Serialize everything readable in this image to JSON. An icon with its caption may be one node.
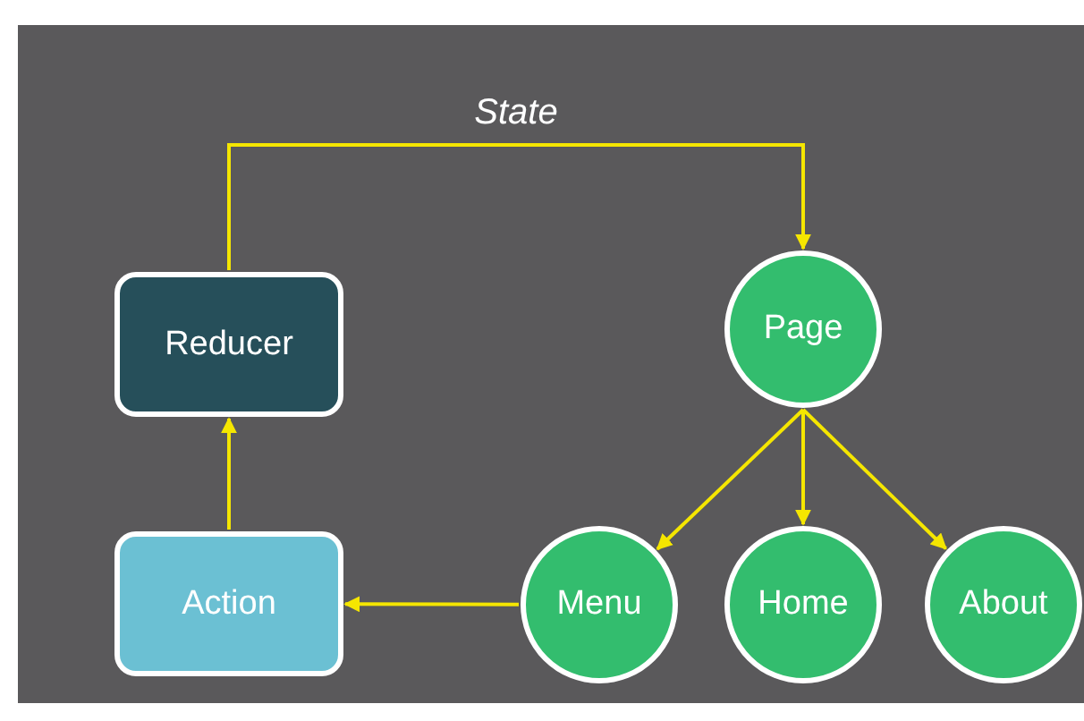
{
  "diagram": {
    "nodes": [
      {
        "text": [
          "Reducer"
        ]
      },
      {
        "text": [
          "Page"
        ]
      },
      {
        "text": [
          "Action"
        ]
      },
      {
        "text": [
          "Menu"
        ]
      },
      {
        "text": [
          "Home"
        ]
      },
      {
        "text": [
          "About"
        ]
      }
    ],
    "edges": [
      {
        "from": 0,
        "to": 1,
        "arrow": "to",
        "label": "State"
      },
      {
        "from": 2,
        "to": 0,
        "arrow": "to"
      },
      {
        "from": 1,
        "to": 3,
        "arrow": "to"
      },
      {
        "from": 1,
        "to": 4,
        "arrow": "to"
      },
      {
        "from": 1,
        "to": 5,
        "arrow": "to"
      },
      {
        "from": 3,
        "to": 2,
        "arrow": "to"
      }
    ]
  }
}
